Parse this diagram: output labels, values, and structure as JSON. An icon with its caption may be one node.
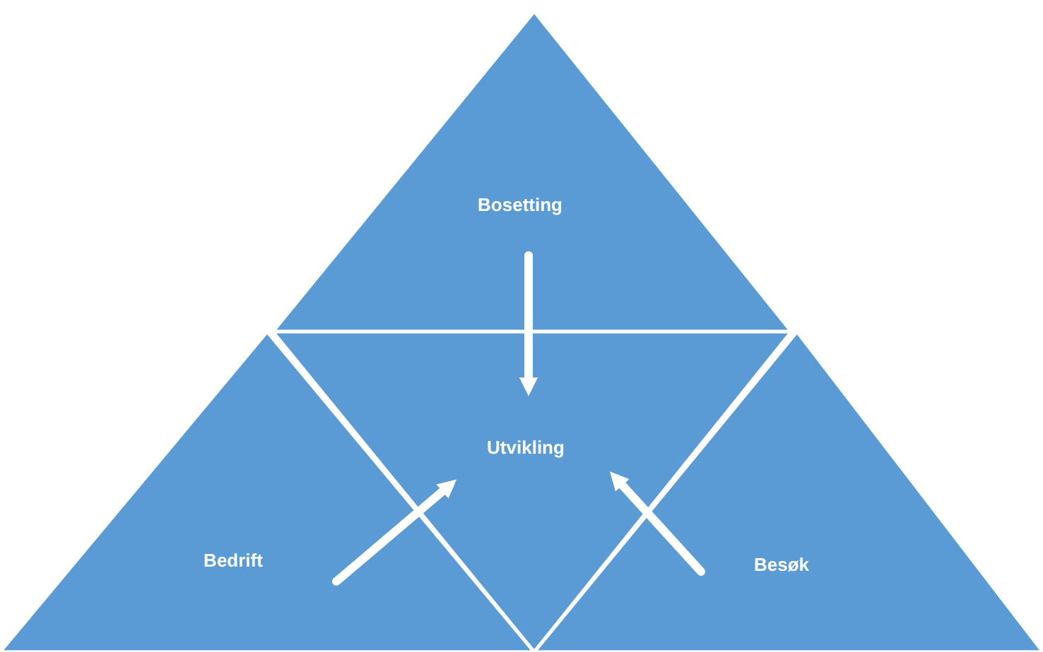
{
  "diagram": {
    "nodes": [
      {
        "text": [
          "Bosetting"
        ]
      },
      {
        "text": [
          "Utvikling"
        ]
      },
      {
        "text": [
          "Bedrift"
        ]
      },
      {
        "text": [
          "Besøk"
        ]
      }
    ],
    "edges": [
      {
        "from": 0,
        "to": 1,
        "arrow": "to"
      },
      {
        "from": 2,
        "to": 1,
        "arrow": "to"
      },
      {
        "from": 3,
        "to": 1,
        "arrow": "to"
      }
    ]
  }
}
